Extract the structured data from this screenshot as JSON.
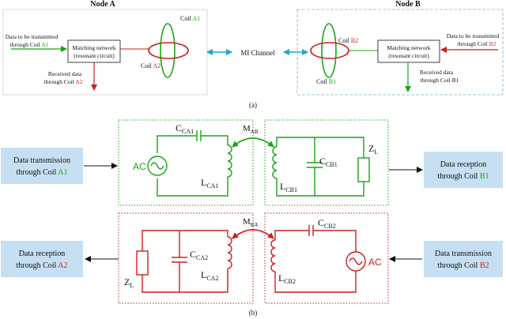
{
  "colors": {
    "green": "#1aa31a",
    "red": "#cc1f1f",
    "cyan": "#1aa7d6",
    "box_fill": "#c7dff2",
    "node_b_border": "#7fb3d5",
    "black": "#111111"
  },
  "icons": {
    "green_arrow": "curved-double-arrow-icon",
    "mi_arrow": "double-arrow-icon",
    "ac_source": "ac-source-icon",
    "inductor": "inductor-coil-icon"
  },
  "part_a": {
    "node_a_title": "Node A",
    "node_b_title": "Node B",
    "a_input_line1": "Data to be transmitted",
    "a_input_line2": "through Coil",
    "a_input_coil": "A1",
    "a_mn_line1": "Matching network",
    "a_mn_line2": "(resonant circuit)",
    "a_out_line1": "Received data",
    "a_out_line2": "through Coil",
    "a_out_coil": "A2",
    "coil_a1_prefix": "Coil",
    "coil_a1_id": "A1",
    "coil_a2_prefix": "Coil",
    "coil_a2_id": "A2",
    "mi_channel": "MI Channel",
    "b_input_line1": "Data to be transmitted",
    "b_input_line2": "through Coil",
    "b_input_coil": "B2",
    "b_mn_line1": "Matching network",
    "b_mn_line2": "(resonant circuit)",
    "b_out_line1": "Received data",
    "b_out_line2": "through Coil B1",
    "coil_b1_prefix": "Coil",
    "coil_b1_id": "B1",
    "coil_b2_prefix": "Coil",
    "coil_b2_id": "B2",
    "caption": "(a)"
  },
  "part_b": {
    "left_top_line1": "Data transmission",
    "left_top_line2": "through Coil",
    "left_top_coil": "A1",
    "right_top_line1": "Data reception",
    "right_top_line2": "through Coil",
    "right_top_coil": "B1",
    "left_bot_line1": "Data reception",
    "left_bot_line2": "through Coil",
    "left_bot_coil": "A2",
    "right_bot_line1": "Data transmission",
    "right_bot_line2": "through Coil",
    "right_bot_coil": "B2",
    "c_ca1": "C",
    "c_ca1_sub": "CA1",
    "l_ca1": "L",
    "l_ca1_sub": "CA1",
    "m_ab": "M",
    "m_ab_sub": "AB",
    "c_cb1": "C",
    "c_cb1_sub": "CB1",
    "l_cb1": "L",
    "l_cb1_sub": "CB1",
    "z_l_top": "Z",
    "z_l_top_sub": "L",
    "ac_top": "AC",
    "m_ba": "M",
    "m_ba_sub": "BA",
    "c_ca2": "C",
    "c_ca2_sub": "CA2",
    "l_ca2": "L",
    "l_ca2_sub": "CA2",
    "z_l_bot": "Z",
    "z_l_bot_sub": "L",
    "c_cb2": "C",
    "c_cb2_sub": "CB2",
    "l_cb2": "L",
    "l_cb2_sub": "CB2",
    "ac_bot": "AC",
    "caption": "(b)"
  }
}
